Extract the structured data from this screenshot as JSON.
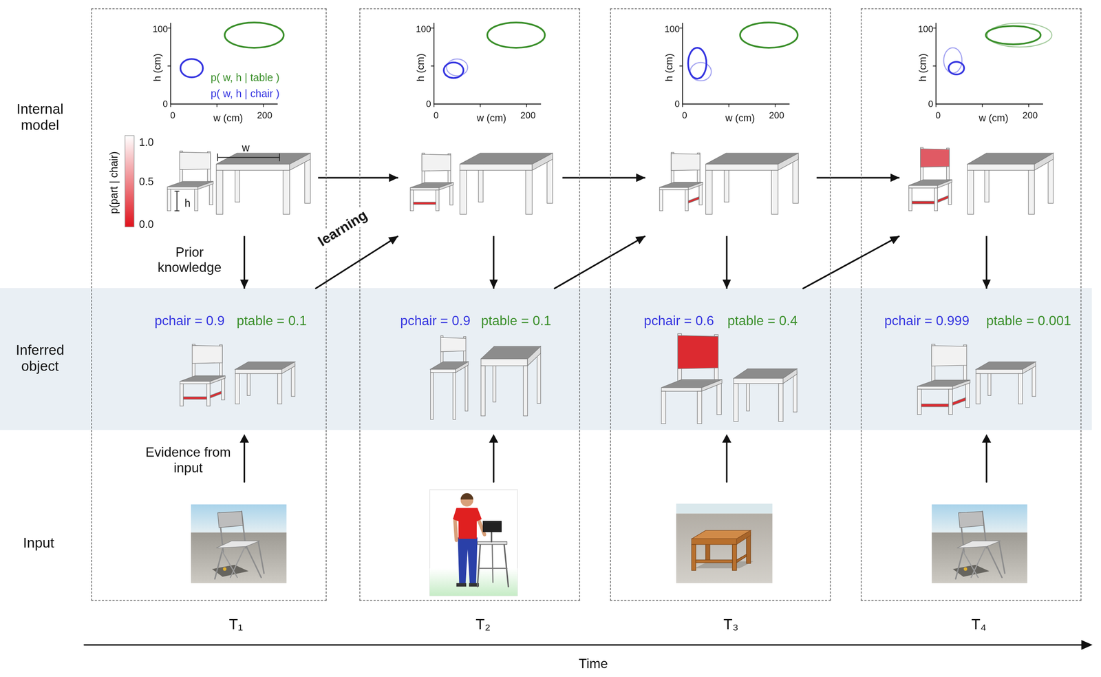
{
  "diagram": {
    "nodes": [
      {
        "text": [
          "T₁"
        ]
      },
      {
        "text": [
          "100",
          "h (cm)",
          "0",
          "0",
          "w (cm)",
          "200",
          "p( w, h | table )",
          "p( w, h | chair )",
          "p(part | chair)",
          "1.0",
          "0.5",
          "0.0",
          "w",
          "h"
        ],
        "in": 0
      },
      {
        "text": [
          "pchair = 0.9",
          "ptable = 0.1"
        ],
        "in": 0
      },
      {
        "text": [
          "T₂"
        ]
      },
      {
        "text": [
          "100",
          "h (cm)",
          "0",
          "0",
          "w (cm)",
          "200"
        ],
        "in": 3
      },
      {
        "text": [
          "pchair = 0.9",
          "ptable = 0.1"
        ],
        "in": 3
      },
      {
        "text": [
          "T₃"
        ]
      },
      {
        "text": [
          "100",
          "h (cm)",
          "0",
          "0",
          "w (cm)",
          "200"
        ],
        "in": 6
      },
      {
        "text": [
          "pchair = 0.6",
          "ptable = 0.4"
        ],
        "in": 6
      },
      {
        "text": [
          "T₄"
        ]
      },
      {
        "text": [
          "100",
          "h (cm)",
          "0",
          "0",
          "w (cm)",
          "200"
        ],
        "in": 9
      },
      {
        "text": [
          "pchair = 0.999",
          "ptable = 0.001"
        ],
        "in": 9
      }
    ],
    "edges": [
      {
        "from": 1,
        "to": 2,
        "arrow": "to",
        "label": "Prior knowledge"
      },
      {
        "from": 2,
        "to": 4,
        "arrow": "to",
        "label": "learning"
      },
      {
        "from": 1,
        "to": 4,
        "arrow": "to"
      },
      {
        "from": 4,
        "to": 5,
        "arrow": "to"
      },
      {
        "from": 5,
        "to": 7,
        "arrow": "to"
      },
      {
        "from": 4,
        "to": 7,
        "arrow": "to"
      },
      {
        "from": 7,
        "to": 8,
        "arrow": "to"
      },
      {
        "from": 8,
        "to": 10,
        "arrow": "to"
      },
      {
        "from": 7,
        "to": 10,
        "arrow": "to"
      },
      {
        "from": 10,
        "to": 11,
        "arrow": "to"
      }
    ],
    "labels": [
      "Internal model",
      "Inferred object",
      "Input",
      "Evidence from input",
      "Time"
    ]
  }
}
